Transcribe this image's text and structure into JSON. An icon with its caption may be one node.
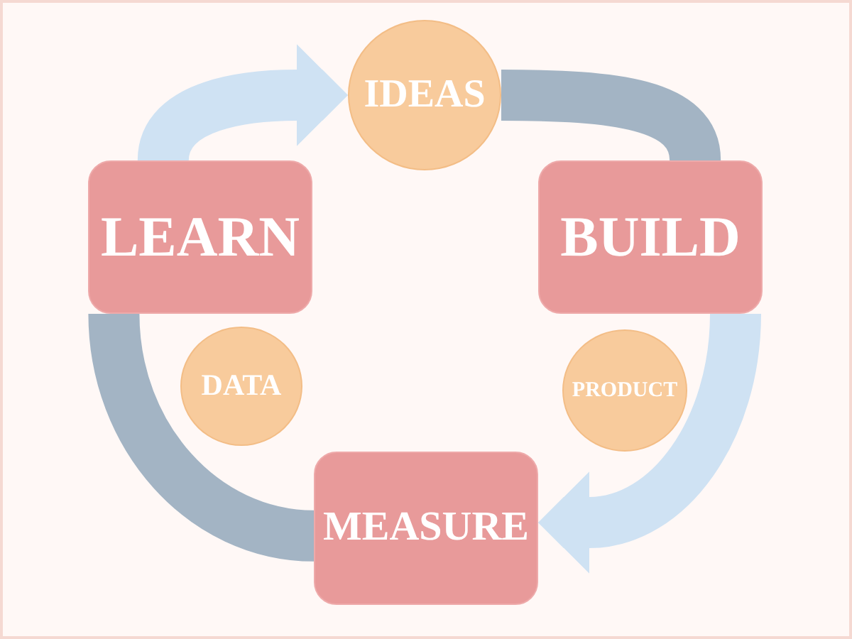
{
  "diagram": {
    "nodes": [
      {
        "text": [
          "IDEAS"
        ]
      },
      {
        "text": [
          "LEARN"
        ]
      },
      {
        "text": [
          "BUILD"
        ]
      },
      {
        "text": [
          "DATA"
        ]
      },
      {
        "text": [
          "PRODUCT"
        ]
      },
      {
        "text": [
          "MEASURE"
        ]
      }
    ],
    "edges": [
      {
        "from": 1,
        "to": 0,
        "arrow": "to",
        "color": "#cfe2f3"
      },
      {
        "from": 0,
        "to": 2,
        "arrow": "none",
        "color": "#a3b4c4"
      },
      {
        "from": 2,
        "to": 5,
        "arrow": "to",
        "color": "#cfe2f3"
      },
      {
        "from": 5,
        "to": 1,
        "arrow": "none",
        "color": "#a3b4c4"
      }
    ]
  }
}
